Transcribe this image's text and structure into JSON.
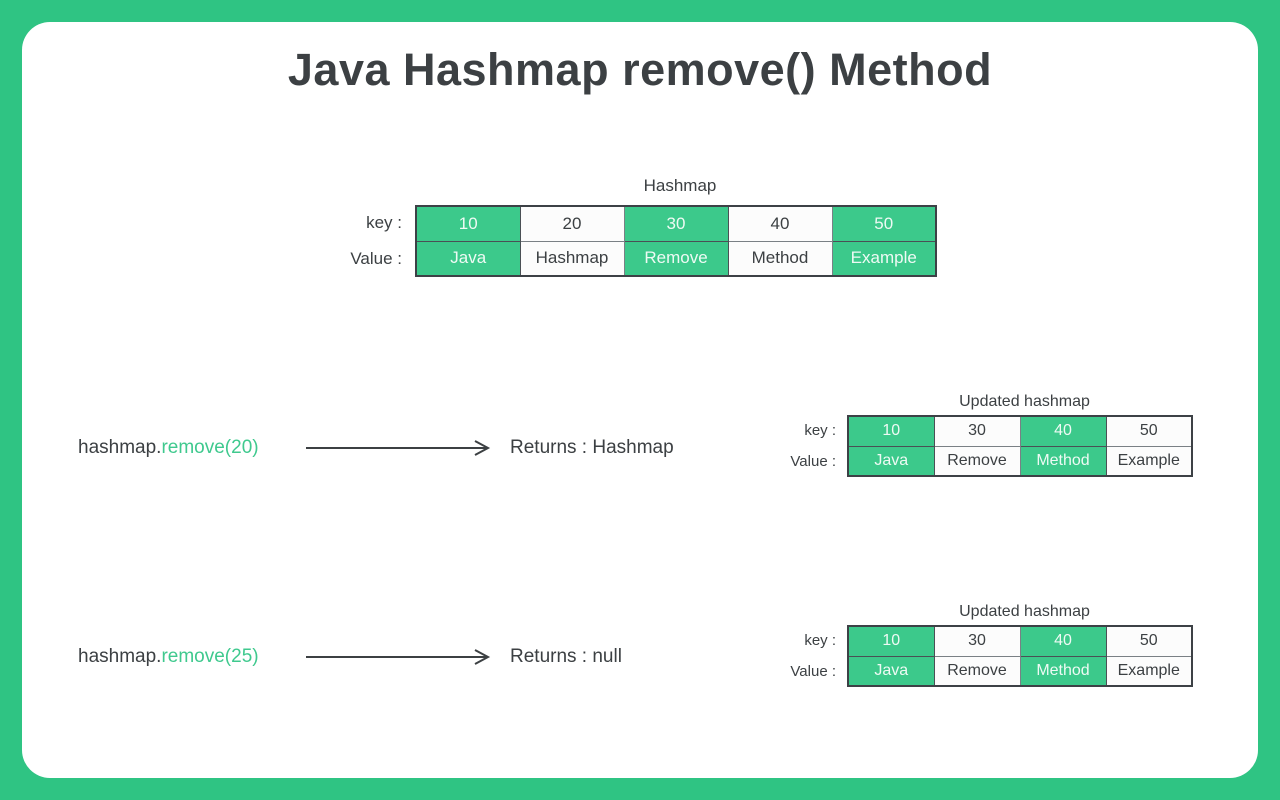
{
  "colors": {
    "page_bg": "#2fc483",
    "cell_green": "#3cc98b",
    "code_green": "#3fc98e",
    "ink": "#3c4043"
  },
  "title": "Java Hashmap remove() Method",
  "hashmap": {
    "title": "Hashmap",
    "key_label": "key :",
    "value_label": "Value :",
    "columns": [
      {
        "key": "10",
        "value": "Java",
        "highlight": true
      },
      {
        "key": "20",
        "value": "Hashmap",
        "highlight": false
      },
      {
        "key": "30",
        "value": "Remove",
        "highlight": true
      },
      {
        "key": "40",
        "value": "Method",
        "highlight": false
      },
      {
        "key": "50",
        "value": "Example",
        "highlight": true
      }
    ]
  },
  "examples": [
    {
      "code_prefix": "hashmap.",
      "code_call": "remove(20)",
      "returns": "Returns : Hashmap",
      "table": {
        "title": "Updated hashmap",
        "key_label": "key :",
        "value_label": "Value :",
        "columns": [
          {
            "key": "10",
            "value": "Java",
            "highlight": true
          },
          {
            "key": "30",
            "value": "Remove",
            "highlight": false
          },
          {
            "key": "40",
            "value": "Method",
            "highlight": true
          },
          {
            "key": "50",
            "value": "Example",
            "highlight": false
          }
        ]
      }
    },
    {
      "code_prefix": "hashmap.",
      "code_call": "remove(25)",
      "returns": "Returns : null",
      "table": {
        "title": "Updated hashmap",
        "key_label": "key :",
        "value_label": "Value :",
        "columns": [
          {
            "key": "10",
            "value": "Java",
            "highlight": true
          },
          {
            "key": "30",
            "value": "Remove",
            "highlight": false
          },
          {
            "key": "40",
            "value": "Method",
            "highlight": true
          },
          {
            "key": "50",
            "value": "Example",
            "highlight": false
          }
        ]
      }
    }
  ]
}
